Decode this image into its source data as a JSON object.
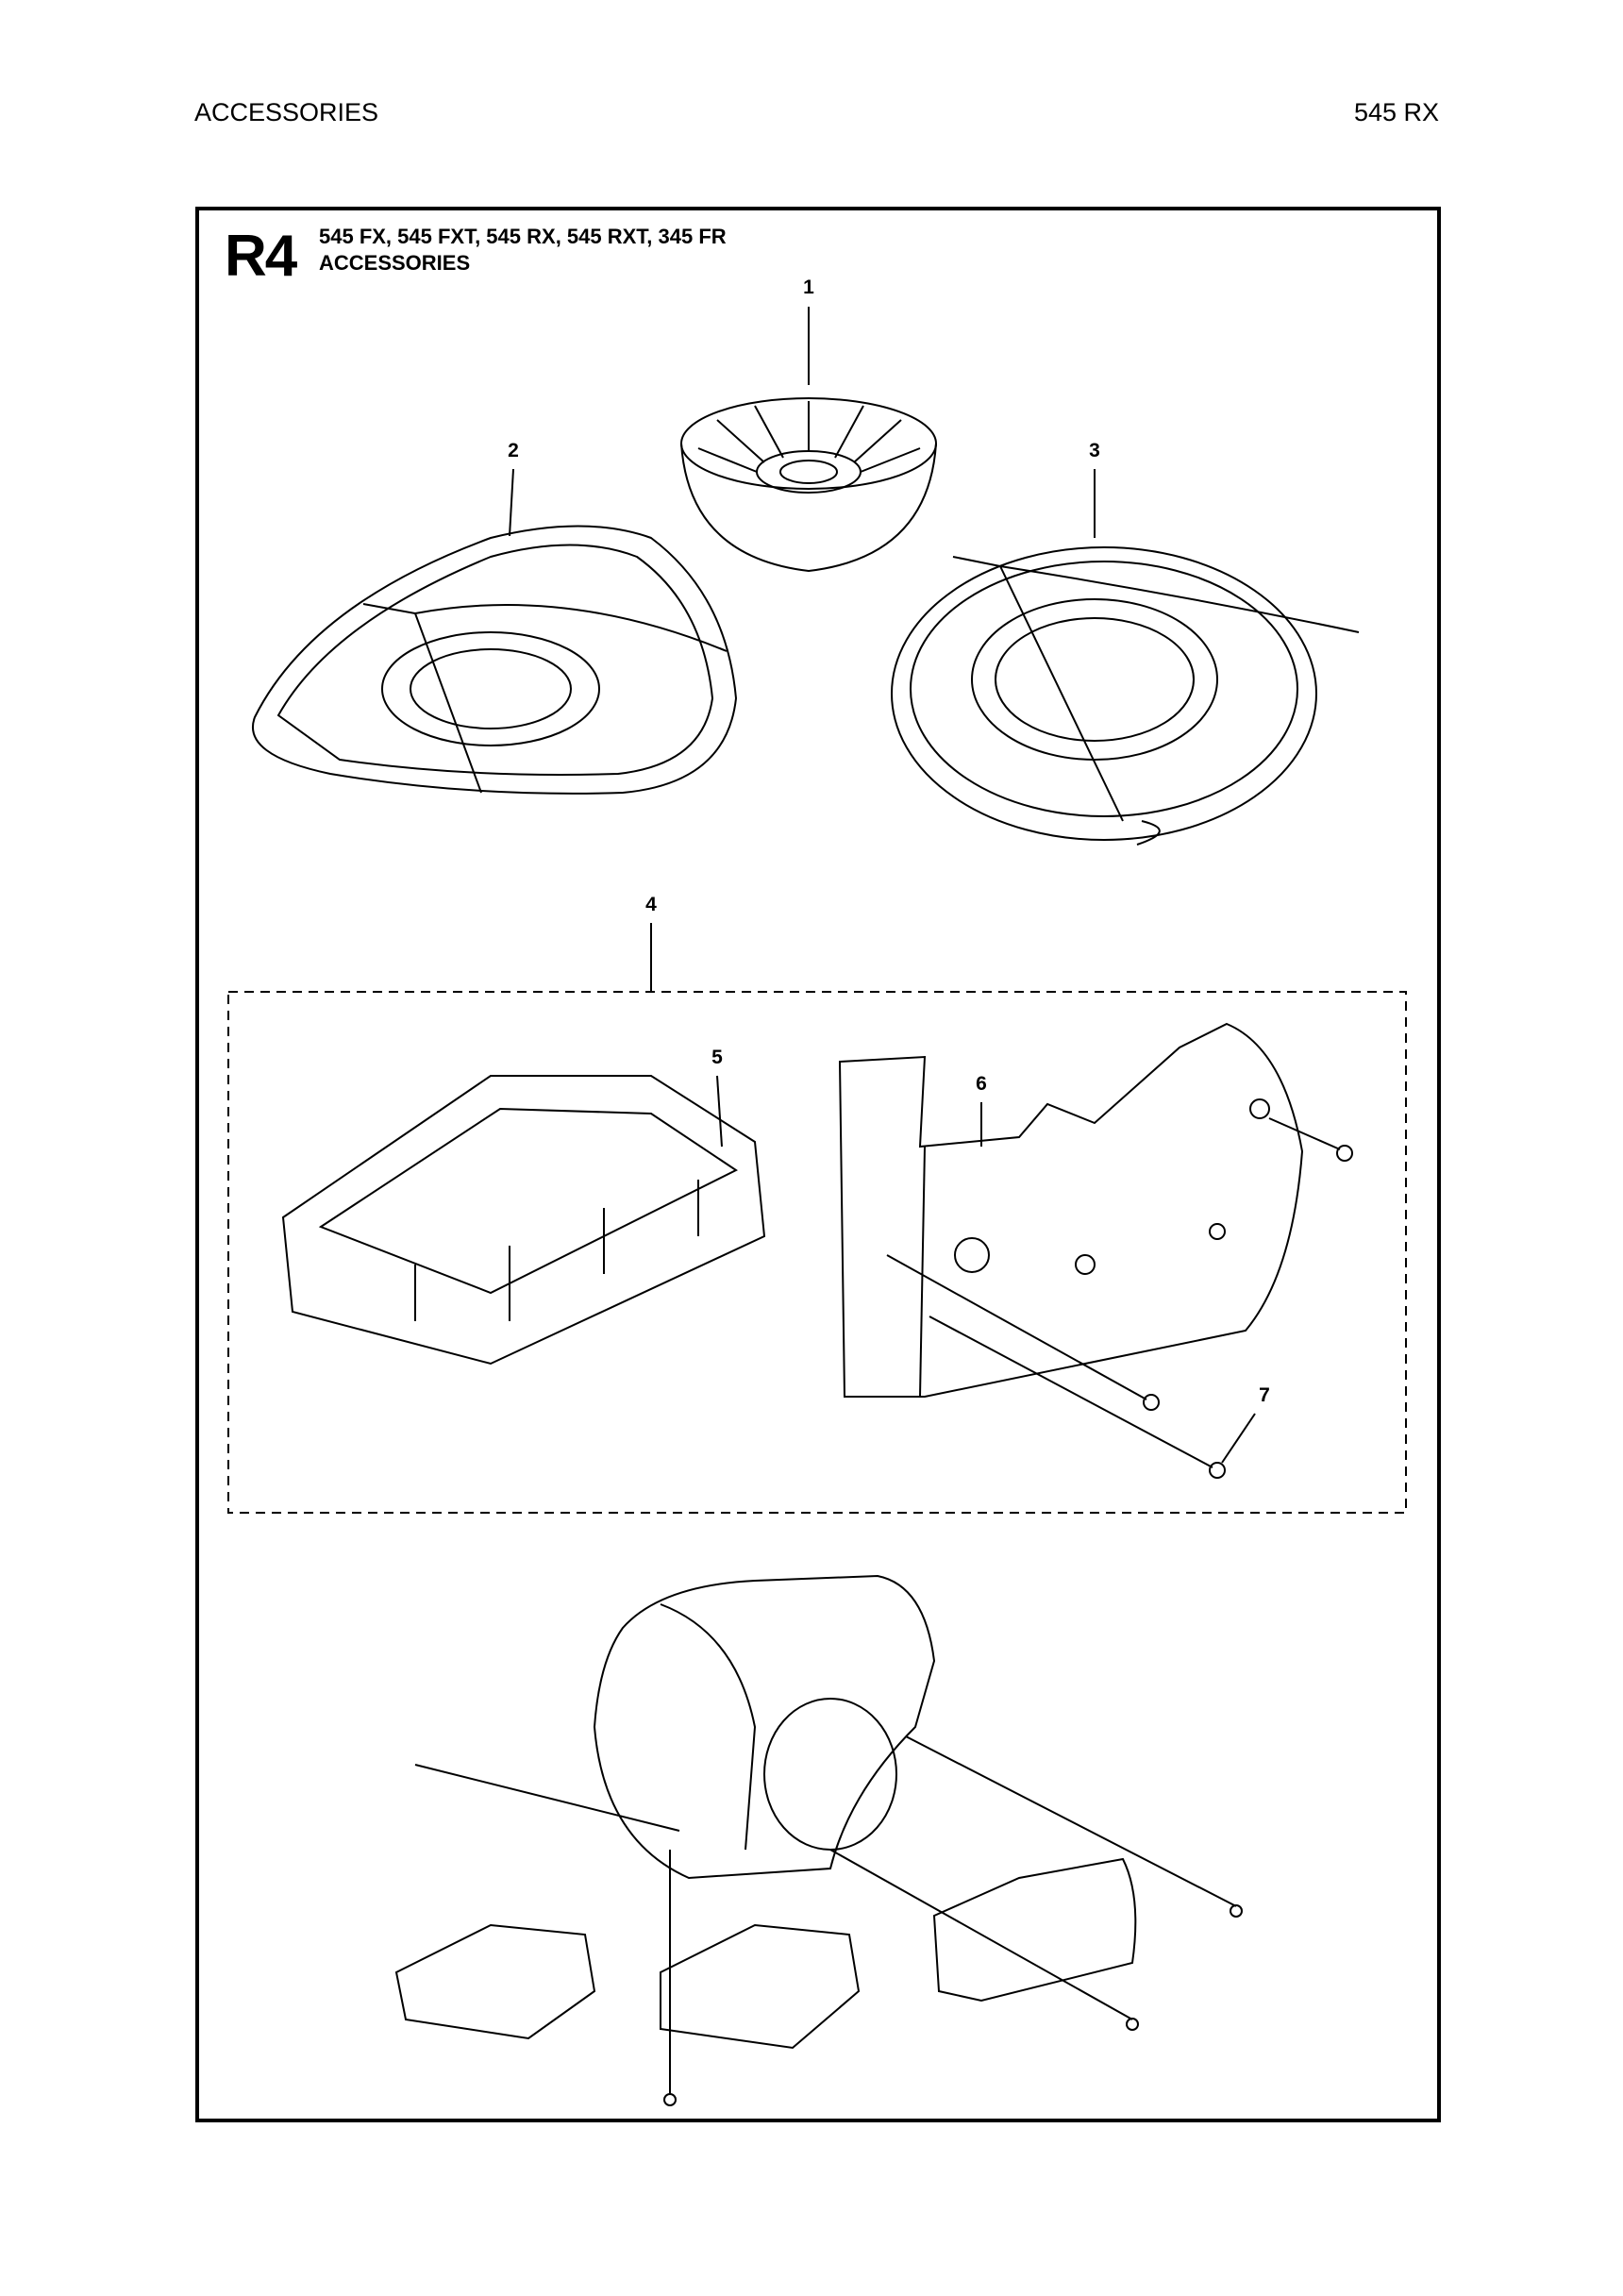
{
  "header": {
    "section": "ACCESSORIES",
    "model": "545 RX"
  },
  "diagram": {
    "code": "R4",
    "models": "545 FX, 545 FXT, 545 RX, 545 RXT, 345 FR",
    "title": "ACCESSORIES",
    "part_labels": [
      "1",
      "2",
      "3",
      "4",
      "5",
      "6",
      "7"
    ]
  }
}
